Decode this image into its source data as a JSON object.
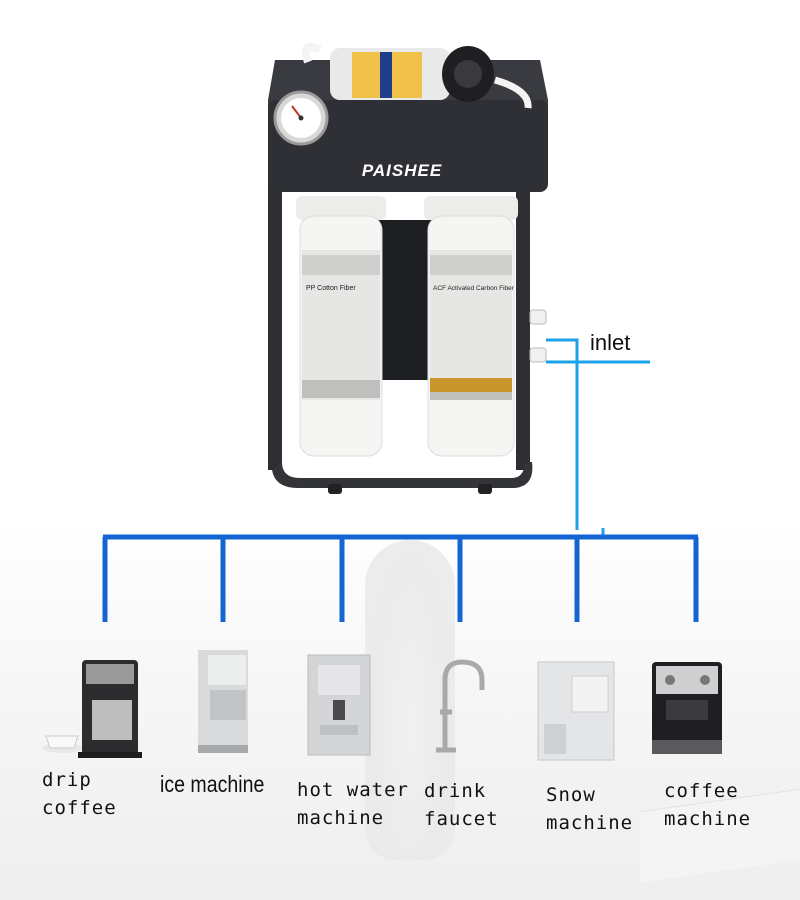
{
  "brand": "PAISHEE",
  "inlet_label": "inlet",
  "filters": [
    {
      "label": "PP Cotton Fiber"
    },
    {
      "label": "ACF Activated Carbon Fiber"
    }
  ],
  "appliances": [
    {
      "lines": [
        "drip",
        "coffee"
      ]
    },
    {
      "lines": [
        "ice machine"
      ]
    },
    {
      "lines": [
        "hot water",
        "machine"
      ]
    },
    {
      "lines": [
        "drink",
        "faucet"
      ]
    },
    {
      "lines": [
        "Snow",
        "machine"
      ]
    },
    {
      "lines": [
        "coffee",
        "machine"
      ]
    }
  ],
  "colors": {
    "pipe": "#1464d2",
    "inlet_pipe": "#1aa3e8",
    "frame": "#2e2f33",
    "filter_body": "#f5f5f3",
    "filter_label": "#c8962a"
  }
}
